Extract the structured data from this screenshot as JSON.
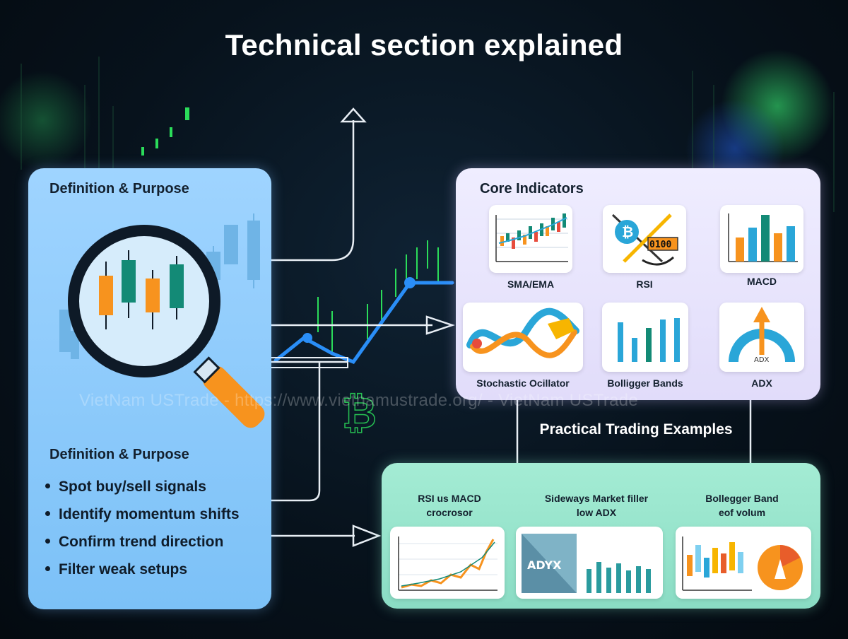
{
  "title": "Technical section explained",
  "left_card": {
    "top_heading": "Definition & Purpose",
    "heading": "Definition & Purpose",
    "bullets": [
      "Spot buy/sell signals",
      "Identify momentum shifts",
      "Confirm trend direction",
      "Filter weak setups"
    ]
  },
  "core_indicators": {
    "heading": "Core Indicators",
    "items": [
      {
        "label": "SMA/EMA",
        "icon": "candlestick-chart-icon"
      },
      {
        "label": "RSI",
        "icon": "bitcoin-rsi-icon"
      },
      {
        "label": "MACD",
        "icon": "bar-chart-icon"
      },
      {
        "label": "Stochastic Ocillator",
        "icon": "stochastic-wave-icon"
      },
      {
        "label": "Bolligger Bands",
        "icon": "bands-bar-icon"
      },
      {
        "label": "ADX",
        "icon": "adx-gauge-icon"
      }
    ],
    "adx_gauge_text": "ADX",
    "rsi_value_text": "0100"
  },
  "practical_examples": {
    "heading": "Practical Trading Examples",
    "items": [
      {
        "title_line1": "RSI us MACD",
        "title_line2": "crocrosor",
        "icon": "line-chart-icon"
      },
      {
        "title_line1": "Sideways Market filler",
        "title_line2": "low ADX",
        "icon": "adx-bar-icon",
        "tile_text": "ADYX"
      },
      {
        "title_line1": "Bollegger Band",
        "title_line2": "eof volum",
        "icon": "volume-pie-icon"
      }
    ]
  },
  "watermark": "VietNam USTrade - https://www.vietnamustrade.org/ - VietNam USTrade",
  "colors": {
    "background": "#07121c",
    "left_card": "#8fcbfb",
    "core_card": "#e8e4fc",
    "practical_card": "#98e4cc",
    "orange": "#f7931e",
    "teal": "#138a76",
    "blue": "#2aa6d8"
  }
}
